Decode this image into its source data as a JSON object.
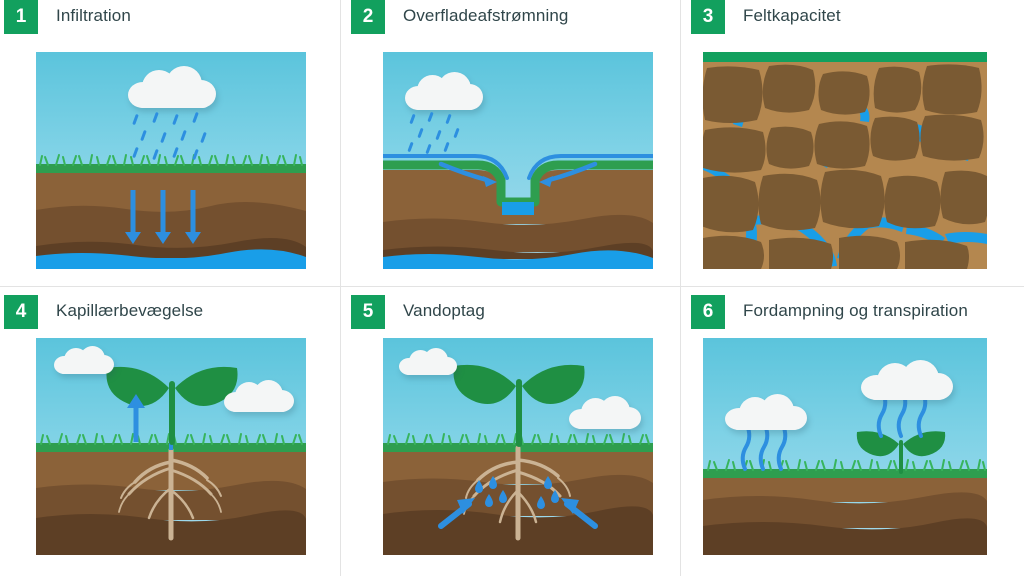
{
  "palette": {
    "badge_green": "#12a05e",
    "title_text": "#30464a",
    "divider": "#e3e3e3",
    "sky_top": "#5bc4dc",
    "sky_bottom": "#a9dcee",
    "grass_green": "#2e9e4f",
    "soil_topsoil": "#8b6239",
    "soil_mid": "#74502f",
    "soil_deep": "#5d3f25",
    "water_blue": "#199ee8",
    "arrow_blue": "#2d8fe0",
    "cloud_white": "#f4f6f6",
    "leaf_green": "#1f8f43",
    "root_tan": "#cbb394"
  },
  "panels": [
    {
      "number": "1",
      "title": "Infiltration",
      "scene": "rain-cloud-infiltration",
      "elements": [
        "cloud",
        "rainfall",
        "grass",
        "soil-layers",
        "down-arrows",
        "groundwater"
      ]
    },
    {
      "number": "2",
      "title": "Overfladeafstrømning",
      "scene": "surface-runoff-trench",
      "elements": [
        "cloud",
        "rainfall",
        "surface-water-line",
        "converging-arrows",
        "trench-pool",
        "soil-layers",
        "groundwater"
      ]
    },
    {
      "number": "3",
      "title": "Feltkapacitet",
      "scene": "soil-aggregates-pore-water",
      "elements": [
        "grass-strip",
        "soil-aggregates",
        "pore-water-channels"
      ]
    },
    {
      "number": "4",
      "title": "Kapillærbevægelse",
      "scene": "seedling-capillary-rise",
      "elements": [
        "clouds",
        "seedling",
        "up-arrow",
        "water-channel-stem",
        "roots",
        "grass",
        "soil-layers"
      ]
    },
    {
      "number": "5",
      "title": "Vandoptag",
      "scene": "root-water-uptake",
      "elements": [
        "clouds",
        "seedling",
        "roots",
        "water-droplets",
        "inward-arrows",
        "grass",
        "soil-layers"
      ]
    },
    {
      "number": "6",
      "title": "Fordampning og transpiration",
      "scene": "evaporation-and-transpiration",
      "elements": [
        "evaporation-cloud",
        "transpiration-cloud",
        "wavy-up-arrows",
        "plant",
        "grass",
        "soil-layers"
      ]
    }
  ]
}
